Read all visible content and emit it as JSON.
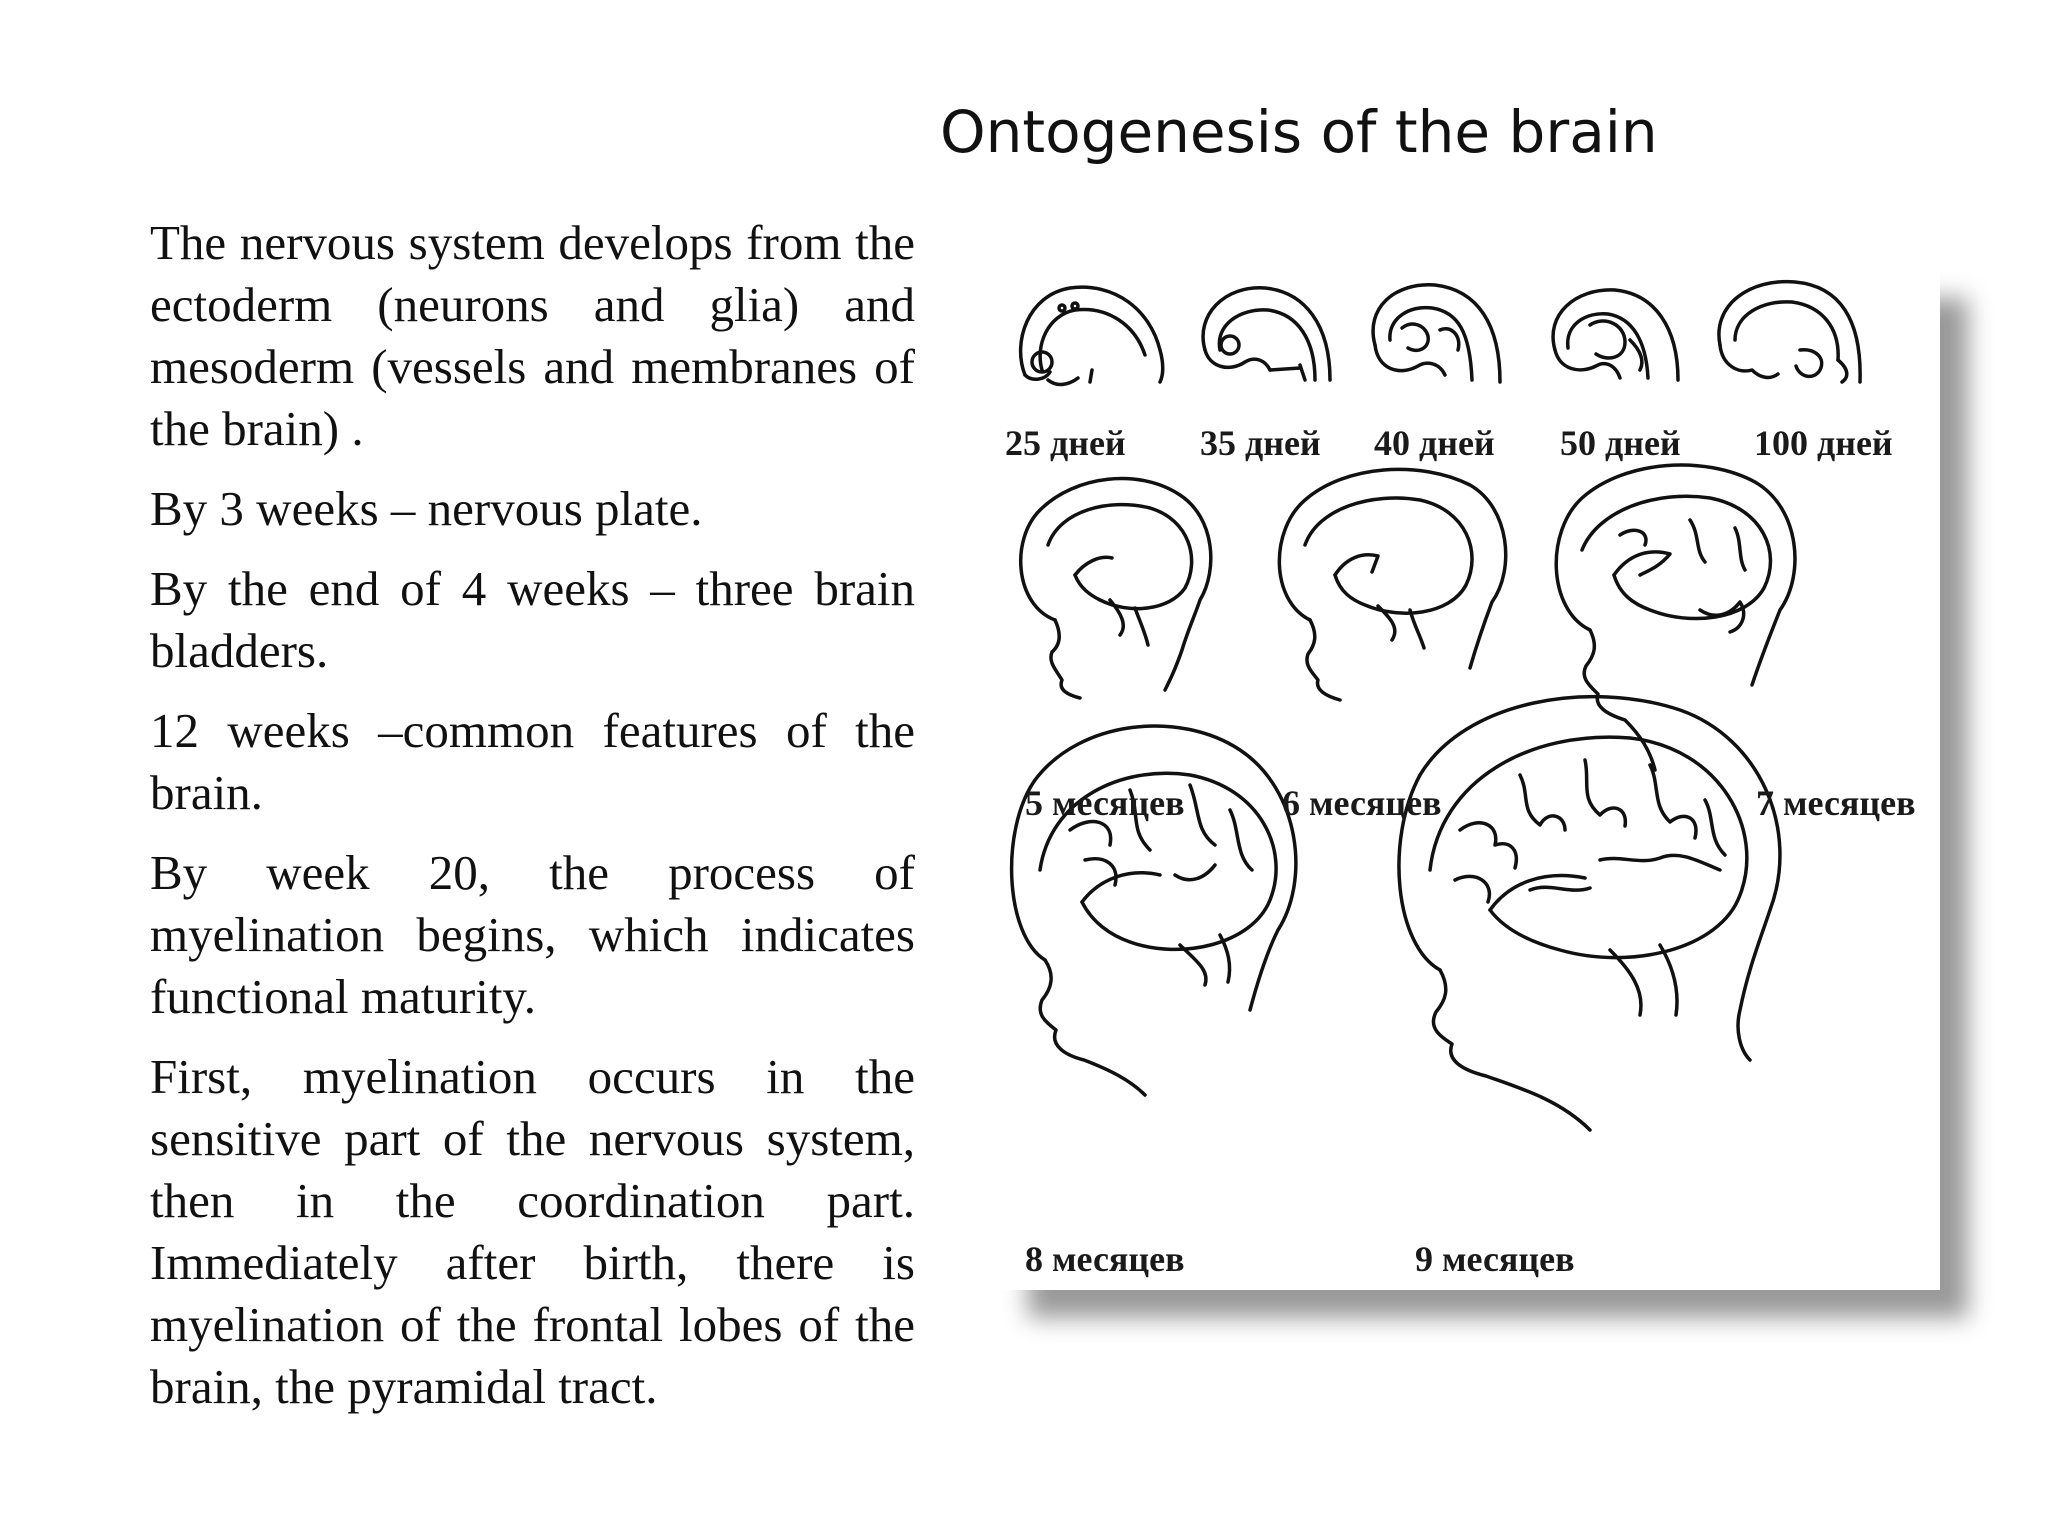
{
  "title": "Ontogenesis of the brain",
  "paragraphs": [
    "The nervous system develops from the ectoderm (neurons and glia) and mesoderm (vessels and membranes of the brain) .",
    "By 3 weeks – nervous plate.",
    "By the end of 4 weeks – three brain bladders.",
    "12 weeks –common features of the brain.",
    "By week 20, the process of myelination begins, which indicates functional maturity.",
    "First, myelination occurs in the sensitive part of the nervous system, then in the coordination part. Immediately after birth, there is myelination of the frontal lobes of the brain, the pyramidal tract."
  ],
  "figure": {
    "labels": [
      "25 дней",
      "35 дней",
      "40 дней",
      "50 дней",
      "100 дней",
      "5 месяцев",
      "6 месяцев",
      "7 месяцев",
      "8 месяцев",
      "9 месяцев"
    ]
  }
}
